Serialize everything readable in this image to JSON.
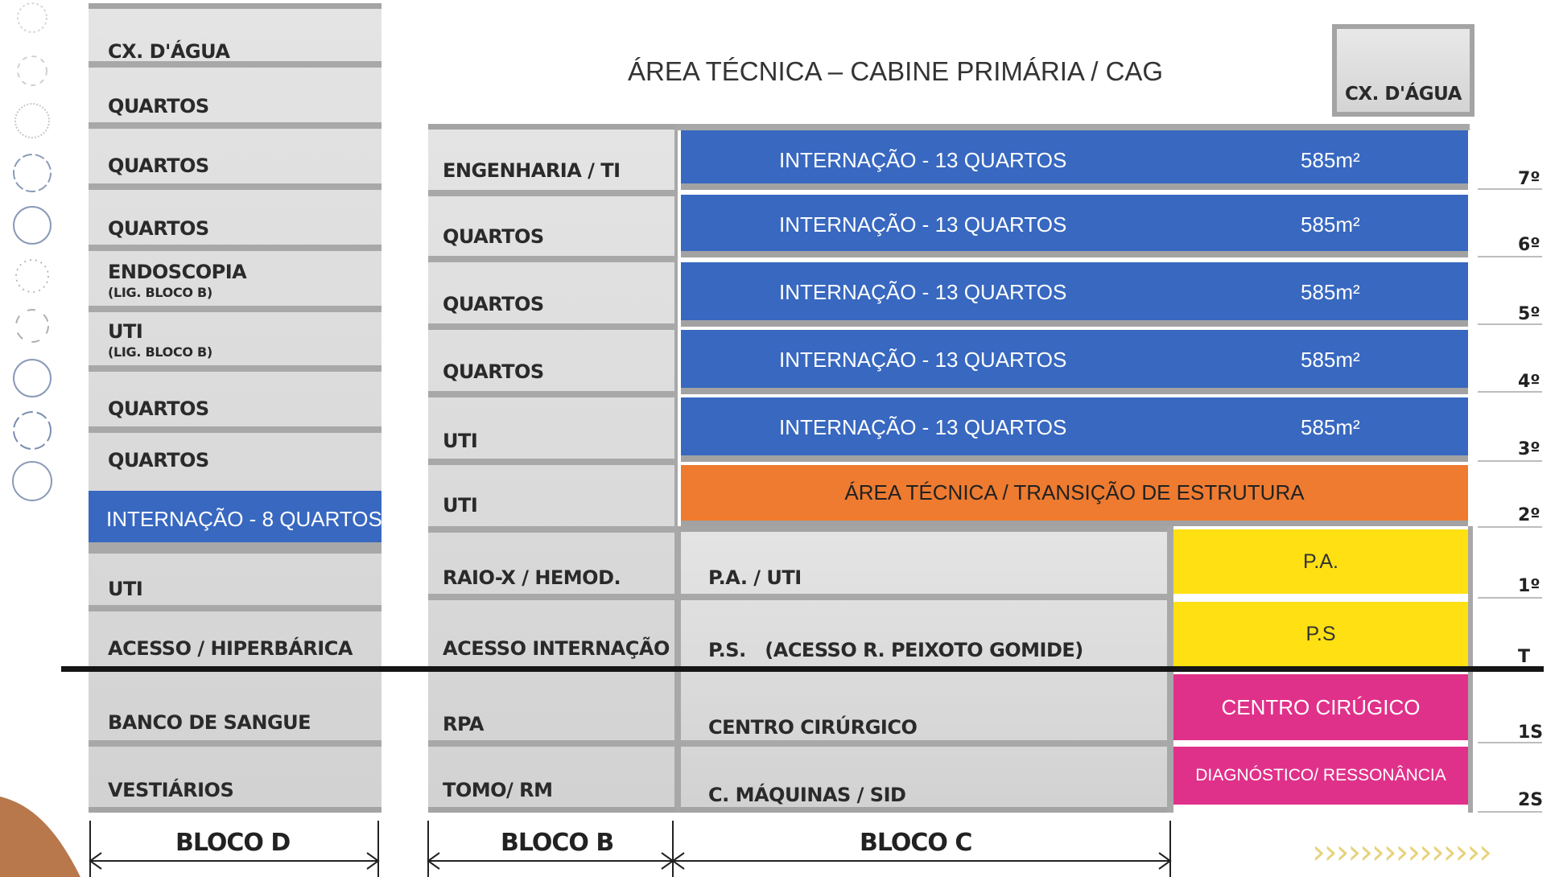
{
  "title": "ÁREA TÉCNICA – CABINE PRIMÁRIA / CAG",
  "roof_box": "CX. D'ÁGUA",
  "colors": {
    "blue": "#3868c0",
    "orange": "#ee7b30",
    "yellow": "#ffe012",
    "magenta": "#e0318a",
    "grey": "#d9d9d9"
  },
  "bloco_d": [
    {
      "label": "CX. D'ÁGUA"
    },
    {
      "label": "QUARTOS"
    },
    {
      "label": "QUARTOS"
    },
    {
      "label": "QUARTOS"
    },
    {
      "label": "ENDOSCOPIA",
      "note": "(LIG. BLOCO B)"
    },
    {
      "label": "UTI",
      "note": "(LIG. BLOCO B)"
    },
    {
      "label": "QUARTOS"
    },
    {
      "label": "QUARTOS"
    },
    {
      "label": "INTERNAÇÃO - 8 QUARTOS",
      "highlight": "blue"
    },
    {
      "label": "UTI"
    },
    {
      "label": "ACESSO / HIPERBÁRICA"
    },
    {
      "label": "BANCO DE SANGUE"
    },
    {
      "label": "VESTIÁRIOS"
    }
  ],
  "bloco_b": [
    {
      "label": "ENGENHARIA / TI"
    },
    {
      "label": "QUARTOS"
    },
    {
      "label": "QUARTOS"
    },
    {
      "label": "QUARTOS"
    },
    {
      "label": "UTI"
    },
    {
      "label": "UTI"
    },
    {
      "label": "RAIO-X / HEMOD."
    },
    {
      "label": "ACESSO INTERNAÇÃO"
    },
    {
      "label": "RPA"
    },
    {
      "label": "TOMO/ RM"
    }
  ],
  "bloco_c_upper": [
    {
      "label": "INTERNAÇÃO - 13 QUARTOS",
      "area": "585m²"
    },
    {
      "label": "INTERNAÇÃO - 13 QUARTOS",
      "area": "585m²"
    },
    {
      "label": "INTERNAÇÃO - 13 QUARTOS",
      "area": "585m²"
    },
    {
      "label": "INTERNAÇÃO - 13 QUARTOS",
      "area": "585m²"
    },
    {
      "label": "INTERNAÇÃO - 13 QUARTOS",
      "area": "585m²"
    }
  ],
  "bloco_c_transition": "ÁREA TÉCNICA / TRANSIÇÃO DE ESTRUTURA",
  "bloco_c_lower": [
    {
      "label": "P.A. / UTI",
      "side": "P.A."
    },
    {
      "label": "P.S.   (ACESSO R. PEIXOTO GOMIDE)",
      "side": "P.S"
    },
    {
      "label": "CENTRO CIRÚRGICO",
      "side": "CENTRO CIRÚGICO"
    },
    {
      "label": "C. MÁQUINAS / SID",
      "side": "DIAGNÓSTICO/ RESSONÂNCIA"
    }
  ],
  "floors": [
    "7º",
    "6º",
    "5º",
    "4º",
    "3º",
    "2º",
    "1º",
    "T",
    "1S",
    "2S"
  ],
  "blocks": [
    "BLOCO D",
    "BLOCO B",
    "BLOCO C"
  ],
  "chevrons": "›››››››››››››››"
}
